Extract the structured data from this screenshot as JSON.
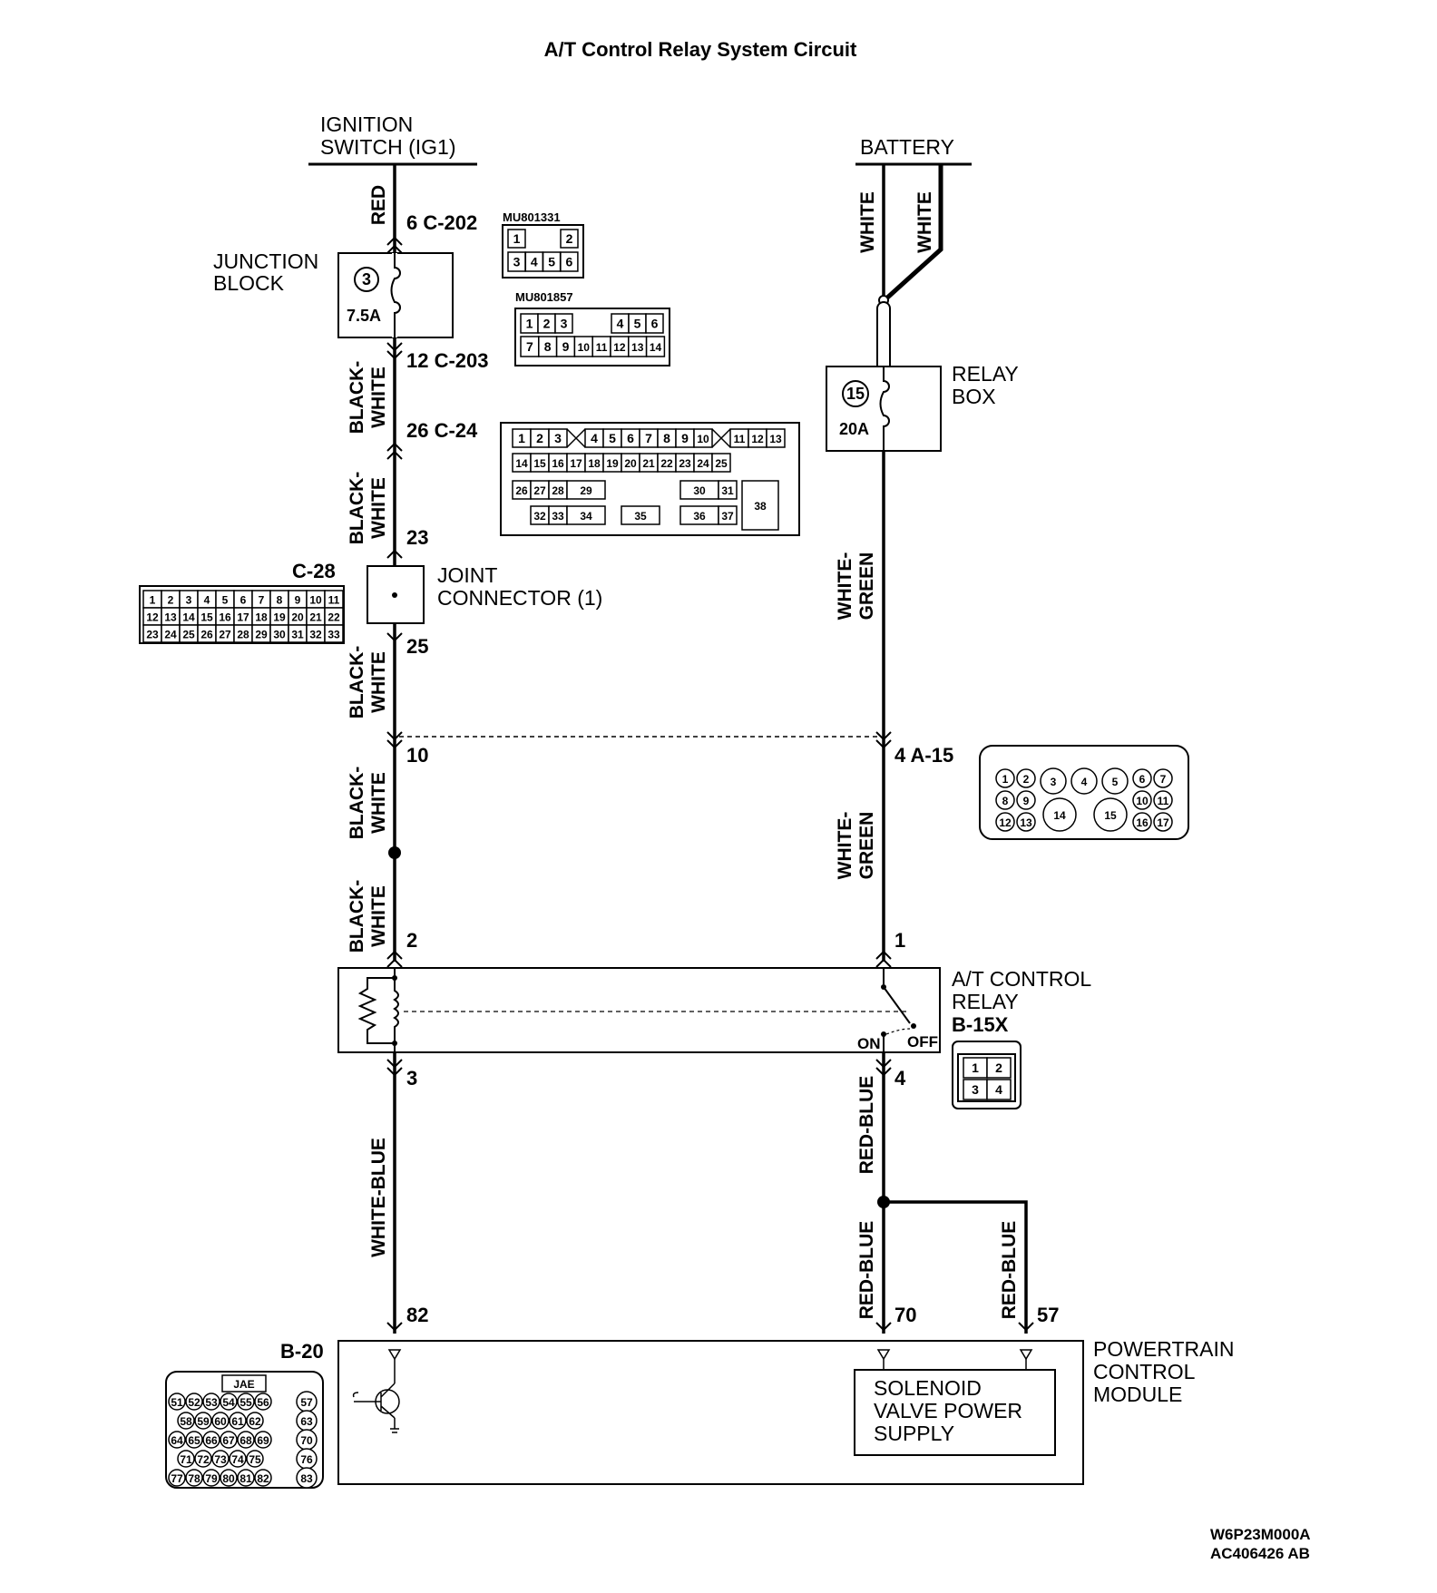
{
  "title": "A/T Control Relay System Circuit",
  "labels": {
    "ignition_line1": "IGNITION",
    "ignition_line2": "SWITCH (IG1)",
    "battery": "BATTERY",
    "junction_line1": "JUNCTION",
    "junction_line2": "BLOCK",
    "relaybox_line1": "RELAY",
    "relaybox_line2": "BOX",
    "joint_line1": "JOINT",
    "joint_line2": "CONNECTOR (1)",
    "atrelay_line1": "A/T CONTROL",
    "atrelay_line2": "RELAY",
    "atrelay_code": "B-15X",
    "pcm_line1": "POWERTRAIN",
    "pcm_line2": "CONTROL",
    "pcm_line3": "MODULE",
    "solenoid_line1": "SOLENOID",
    "solenoid_line2": "VALVE POWER",
    "solenoid_line3": "SUPPLY",
    "relay_on": "ON",
    "relay_off": "OFF"
  },
  "fuses": {
    "jb_number": "3",
    "jb_rating": "7.5A",
    "rb_number": "15",
    "rb_rating": "20A"
  },
  "pins": {
    "c202": "6  C-202",
    "c203": "12  C-203",
    "c24": "26  C-24",
    "p23": "23",
    "p25": "25",
    "p10": "10",
    "a15": "4  A-15",
    "p2": "2",
    "p1": "1",
    "p3": "3",
    "p4": "4",
    "p82": "82",
    "p70": "70",
    "p57": "57",
    "b20": "B-20"
  },
  "wires": {
    "red": "RED",
    "black": "BLACK-",
    "white": "WHITE",
    "white_top1": "WHITE",
    "white_top2": "WHITE",
    "wg_white": "WHITE-",
    "wg_green": "GREEN",
    "white_blue": "WHITE-BLUE",
    "red_blue": "RED-BLUE"
  },
  "connectors": {
    "mu801331": {
      "part": "MU801331",
      "row1": [
        "1",
        "2"
      ],
      "row2": [
        "3",
        "4",
        "5",
        "6"
      ]
    },
    "mu801857": {
      "part": "MU801857",
      "row1": [
        "1",
        "2",
        "3",
        "4",
        "5",
        "6"
      ],
      "row2": [
        "7",
        "8",
        "9",
        "10",
        "11",
        "12",
        "13",
        "14"
      ]
    },
    "c24": {
      "row1": [
        "1",
        "2",
        "3",
        "4",
        "5",
        "6",
        "7",
        "8",
        "9",
        "10",
        "11",
        "12",
        "13"
      ],
      "row2": [
        "14",
        "15",
        "16",
        "17",
        "18",
        "19",
        "20",
        "21",
        "22",
        "23",
        "24",
        "25"
      ],
      "row3": [
        "26",
        "27",
        "28",
        "29",
        "30",
        "31",
        "38"
      ],
      "row4": [
        "32",
        "33",
        "34",
        "35",
        "36",
        "37"
      ]
    },
    "c28": {
      "name": "C-28",
      "row1": [
        "1",
        "2",
        "3",
        "4",
        "5",
        "6",
        "7",
        "8",
        "9",
        "10",
        "11"
      ],
      "row2": [
        "12",
        "13",
        "14",
        "15",
        "16",
        "17",
        "18",
        "19",
        "20",
        "21",
        "22"
      ],
      "row3": [
        "23",
        "24",
        "25",
        "26",
        "27",
        "28",
        "29",
        "30",
        "31",
        "32",
        "33"
      ]
    },
    "a15": {
      "pins": [
        "1",
        "2",
        "3",
        "4",
        "5",
        "6",
        "7",
        "8",
        "9",
        "10",
        "11",
        "12",
        "13",
        "14",
        "15",
        "16",
        "17"
      ]
    },
    "b15x": {
      "pins": [
        "1",
        "2",
        "3",
        "4"
      ]
    },
    "b20": {
      "maker": "JAE",
      "row1": [
        "51",
        "52",
        "53",
        "54",
        "55",
        "56",
        "57"
      ],
      "row2": [
        "58",
        "59",
        "60",
        "61",
        "62",
        "63"
      ],
      "row3": [
        "64",
        "65",
        "66",
        "67",
        "68",
        "69",
        "70"
      ],
      "row4": [
        "71",
        "72",
        "73",
        "74",
        "75",
        "76"
      ],
      "row5": [
        "77",
        "78",
        "79",
        "80",
        "81",
        "82",
        "83"
      ]
    }
  },
  "footer": {
    "code1": "W6P23M000A",
    "code2": "AC406426 AB"
  }
}
